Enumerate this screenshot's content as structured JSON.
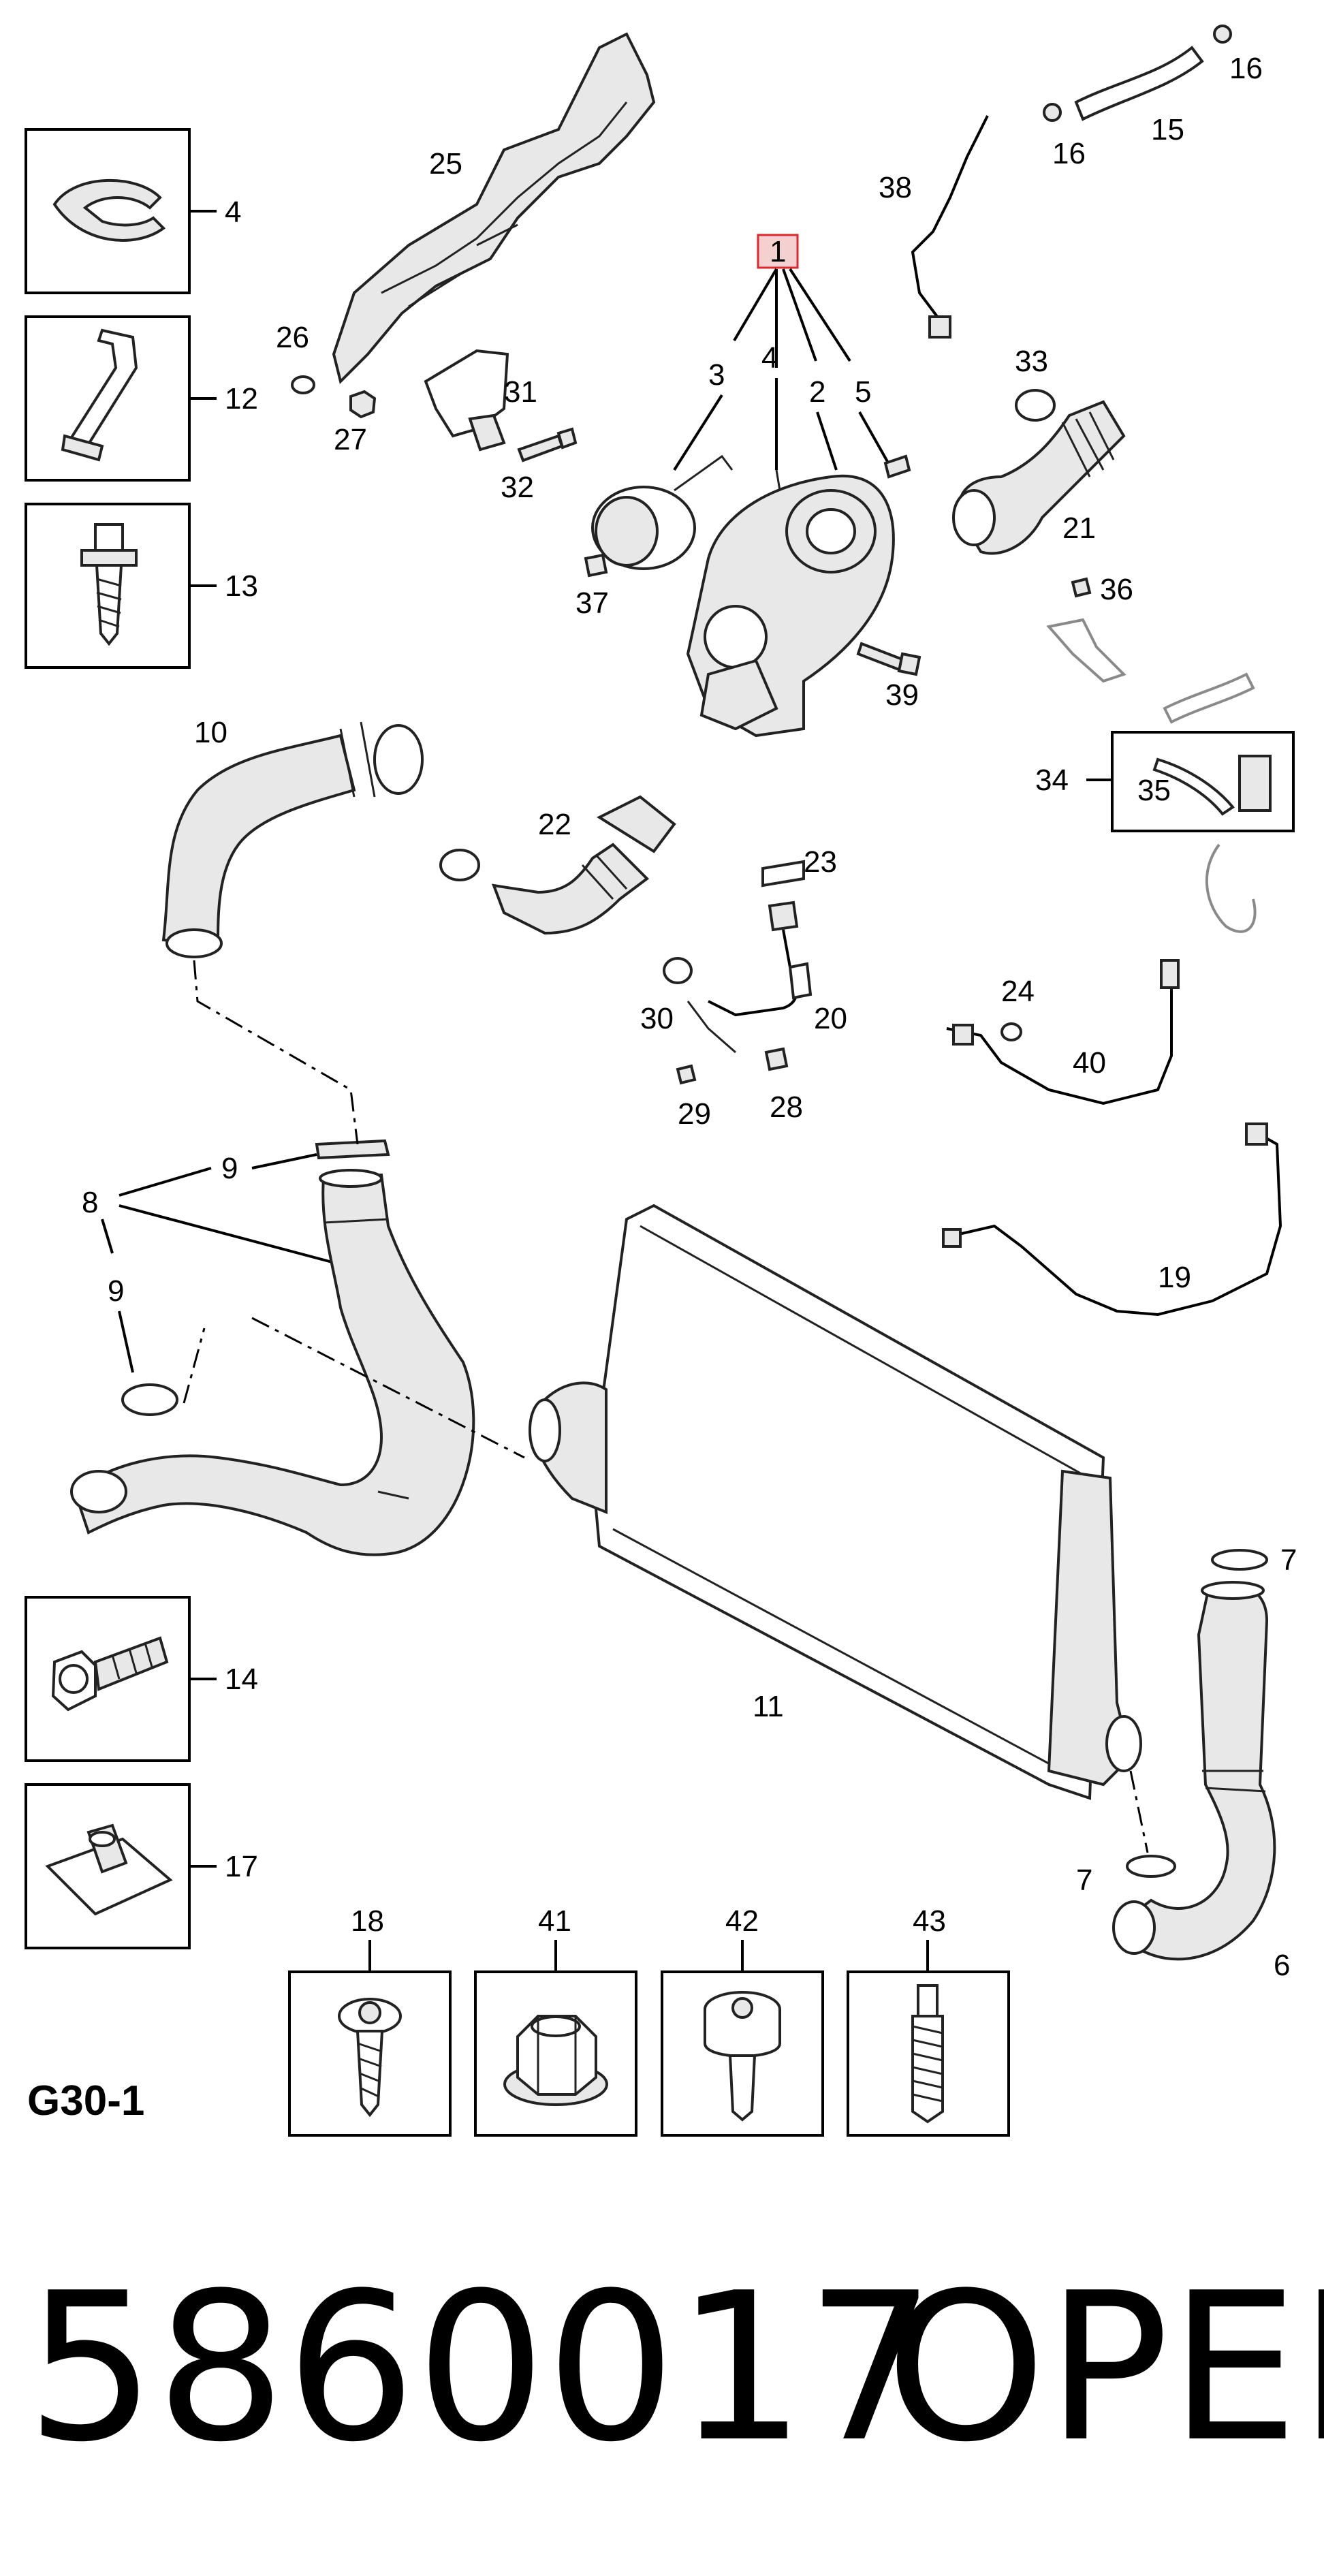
{
  "sheet_code": "G30-1",
  "part_number": "5860017",
  "brand": "OPEL",
  "highlight_color": "#e0262d",
  "callouts": {
    "c1": "1",
    "c2": "2",
    "c3": "3",
    "c4_turbo": "4",
    "c5": "5",
    "c4_box": "4",
    "c6": "6",
    "c7_top": "7",
    "c7_bottom": "7",
    "c8": "8",
    "c9_top": "9",
    "c9_left": "9",
    "c10": "10",
    "c11": "11",
    "c12": "12",
    "c13": "13",
    "c14": "14",
    "c15": "15",
    "c16_top": "16",
    "c16_mid": "16",
    "c17": "17",
    "c18": "18",
    "c19": "19",
    "c20": "20",
    "c21": "21",
    "c22": "22",
    "c23": "23",
    "c24": "24",
    "c25": "25",
    "c26": "26",
    "c27": "27",
    "c28": "28",
    "c29": "29",
    "c30": "30",
    "c31": "31",
    "c32": "32",
    "c33": "33",
    "c34": "34",
    "c35": "35",
    "c36": "36",
    "c37": "37",
    "c38": "38",
    "c39": "39",
    "c40": "40",
    "c41": "41",
    "c42": "42",
    "c43": "43"
  },
  "icons": {
    "retaining_clip": "clip-icon",
    "bracket": "bracket-icon",
    "flange_bolt": "bolt-icon",
    "torx_bolt": "torx-bolt-icon",
    "clip_nut": "clip-nut-icon",
    "screw": "screw-icon",
    "flange_nut": "nut-icon",
    "stud": "stud-icon"
  }
}
